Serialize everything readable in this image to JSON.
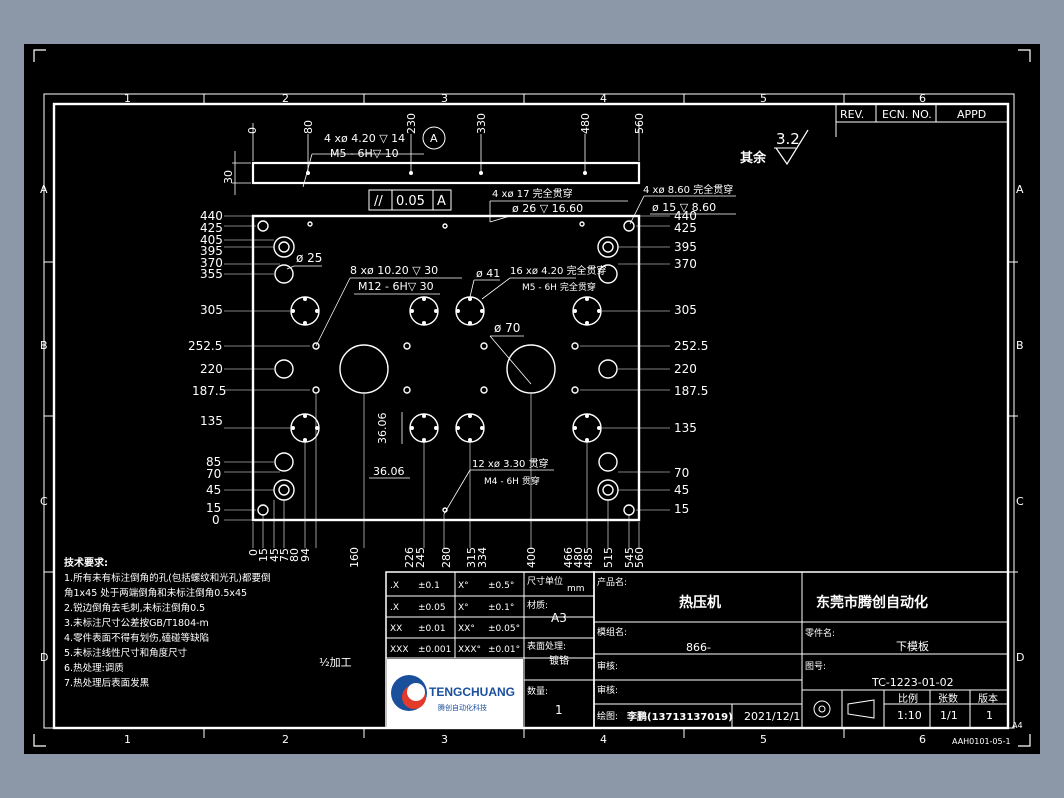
{
  "grid": {
    "cols": [
      "1",
      "2",
      "3",
      "4",
      "5",
      "6"
    ],
    "rows": [
      "A",
      "B",
      "C",
      "D"
    ]
  },
  "rev_table": {
    "rev": "REV.",
    "ecn": "ECN. NO.",
    "appd": "APPD"
  },
  "surface": {
    "roughness": "3.2",
    "rest": "其余"
  },
  "top_view": {
    "dims": [
      "0",
      "80",
      "230",
      "330",
      "480",
      "560"
    ],
    "thickness": "30",
    "note_hole": "4 xø  4.20 ▽ 14",
    "note_thread": "M5 - 6H▽ 10",
    "datum": "A",
    "parallel": {
      "symbol": "//",
      "value": "0.05",
      "datum": "A"
    }
  },
  "plate_notes": {
    "n1": "4 xø  17 完全贯穿",
    "n2": "ø  26 ▽ 16.60",
    "n3": "4 xø  8.60 完全贯穿",
    "n4": "ø  15 ▽ 8.60",
    "d25": "ø  25",
    "n5": "8 xø  10.20 ▽ 30",
    "n6": "M12 - 6H▽ 30",
    "d41": "ø  41",
    "n7": "16 xø  4.20 完全贯穿",
    "n8": "M5 - 6H 完全贯穿",
    "d70": "ø  70",
    "n9": "12 xø  3.30 贯穿",
    "n10": "M4 - 6H 贯穿",
    "dim_v": "36.06",
    "dim_h": "36.06"
  },
  "left_dims": [
    "440",
    "425",
    "405",
    "395",
    "370",
    "355",
    "305",
    "252.5",
    "220",
    "187.5",
    "135",
    "85",
    "70",
    "45",
    "15",
    "0"
  ],
  "right_dims": [
    "440",
    "425",
    "395",
    "370",
    "305",
    "252.5",
    "220",
    "187.5",
    "135",
    "70",
    "45",
    "15"
  ],
  "bottom_dims": [
    "0",
    "15",
    "45",
    "75",
    "80",
    "94",
    "160",
    "226",
    "245",
    "280",
    "315",
    "334",
    "400",
    "466",
    "480",
    "485",
    "515",
    "545",
    "560"
  ],
  "tech_notes": {
    "title": "技术要求:",
    "lines": [
      "1.所有未有标注倒角的孔(包括螺纹和光孔)都要倒",
      "角1x45     处于两端倒角和未标注倒角0.5x45",
      "2.锐边倒角去毛刺,未标注倒角0.5",
      "3.未标注尺寸公差按GB/T1804-m",
      "4.零件表面不得有划伤,磕碰等缺陷",
      "5.未标注线性尺寸和角度尺寸",
      "6.热处理:调质",
      "7.热处理后表面发黑"
    ],
    "machining": "⅟₂加工"
  },
  "tolerance": {
    "rows": [
      [
        ".X",
        "±0.1",
        "X°",
        "±0.5°"
      ],
      [
        ".X",
        "±0.05",
        "X°",
        "±0.1°"
      ],
      [
        "XX",
        "±0.01",
        "XX°",
        "±0.05°"
      ],
      [
        "XXX",
        "±0.001",
        "XXX°",
        "±0.01°"
      ]
    ],
    "size_unit_label": "尺寸单位",
    "size_unit": "mm",
    "material_label": "材质:",
    "material": "A3",
    "surface_label": "表面处理:",
    "surface": "镀铬",
    "qty_label": "数量:",
    "qty": "1"
  },
  "logo": {
    "name": "TENGCHUANG",
    "sub": "腾创自动化科技"
  },
  "title_block": {
    "product_label": "产品名:",
    "product": "热压机",
    "model_label": "模组名:",
    "model": "866-",
    "review_label": "审核:",
    "approve_label": "审核:",
    "draw_label": "绘图:",
    "drawer": "李鹏(13713137019)",
    "date": "2021/12/1",
    "company": "东莞市腾创自动化",
    "part_label": "零件名:",
    "part": "下模板",
    "partno_label": "图号:",
    "partno": "TC-1223-01-02",
    "scale_label": "比例",
    "scale": "1:10",
    "sheet_label": "张数",
    "sheet": "1/1",
    "version_label": "版本",
    "version": "1",
    "paper": "A4",
    "docno": "AAH0101-05-1"
  }
}
